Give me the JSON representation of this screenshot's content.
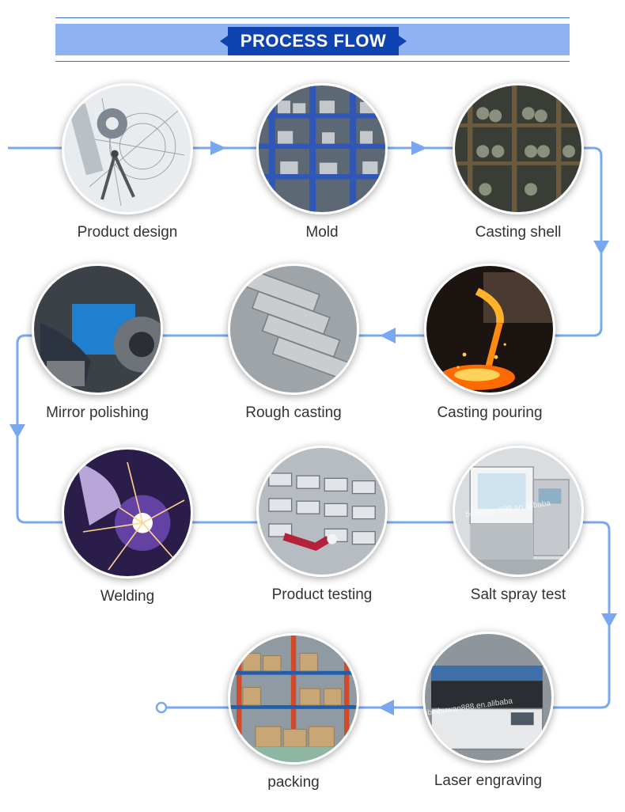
{
  "banner": {
    "title": "PROCESS FLOW"
  },
  "colors": {
    "connector": "#7aa8f0",
    "banner_band": "#8fb2f2",
    "banner_title_bg": "#0f43b2"
  },
  "steps": [
    {
      "label": "Product design",
      "icon": "drafting-sketch-icon"
    },
    {
      "label": "Mold",
      "icon": "mold-rack-icon"
    },
    {
      "label": "Casting shell",
      "icon": "shell-rack-icon"
    },
    {
      "label": "Casting pouring",
      "icon": "molten-metal-icon"
    },
    {
      "label": "Rough casting",
      "icon": "rough-casting-icon"
    },
    {
      "label": "Mirror polishing",
      "icon": "polishing-wheel-icon"
    },
    {
      "label": "Welding",
      "icon": "welding-spark-icon"
    },
    {
      "label": "Product testing",
      "icon": "inspection-table-icon"
    },
    {
      "label": "Salt spray test",
      "icon": "salt-spray-chamber-icon"
    },
    {
      "label": "Laser engraving",
      "icon": "laser-machine-icon"
    },
    {
      "label": "packing",
      "icon": "warehouse-boxes-icon"
    }
  ],
  "watermarks": {
    "w1": "beibuwan888.en.alibaba",
    "w2": "beibuwan888.en.alibaba"
  }
}
